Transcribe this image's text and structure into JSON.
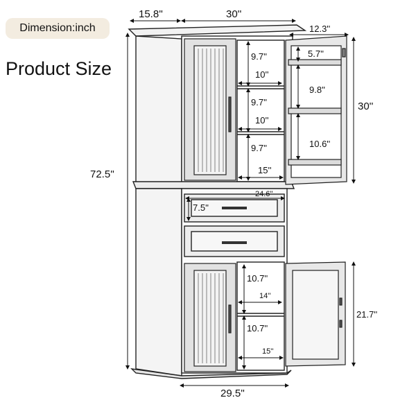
{
  "header": {
    "unit_badge": "Dimension:inch",
    "title": "Product Size"
  },
  "dimensions": {
    "depth": "15.8''",
    "width_top": "30''",
    "door_depth": "12.3''",
    "door_height": "30''",
    "height": "72.5''",
    "width_bottom": "29.5''",
    "upper_shelf_gap_1": "9.7''",
    "upper_shelf_depth_1": "10''",
    "upper_shelf_gap_2": "9.7''",
    "upper_shelf_depth_2": "10''",
    "upper_shelf_gap_3": "9.7''",
    "upper_interior_depth": "15''",
    "door_rack_top": "5.7''",
    "door_rack_mid": "9.8''",
    "door_rack_bottom": "10.6''",
    "drawer_width": "24.6''",
    "drawer_height": "7.5''",
    "lower_shelf_gap_1": "10.7''",
    "lower_shelf_depth": "14''",
    "lower_shelf_gap_2": "10.7''",
    "lower_interior_depth": "15''",
    "lower_door_height": "21.7''"
  },
  "colors": {
    "line": "#222222",
    "panel": "#e2e2e2",
    "badge": "#f3ece0"
  }
}
